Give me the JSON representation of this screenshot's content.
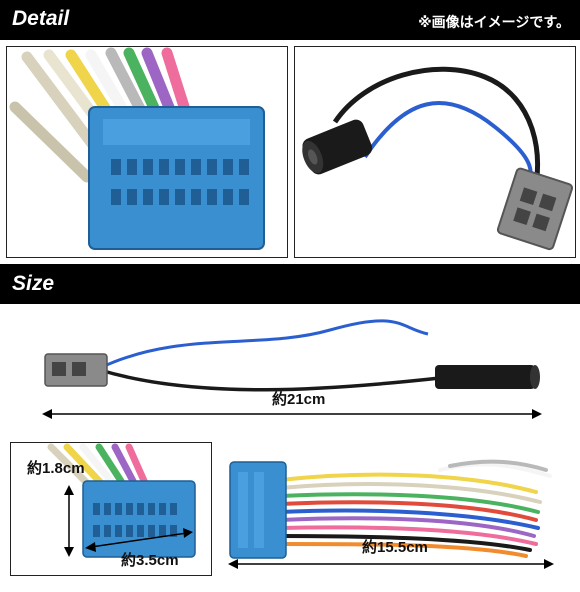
{
  "header_detail": {
    "title": "Detail",
    "note": "※画像はイメージです。"
  },
  "header_size": {
    "title": "Size"
  },
  "dimensions": {
    "cable_length": "約21cm",
    "height": "約1.8cm",
    "width": "約3.5cm",
    "harness_length": "約15.5cm"
  },
  "colors": {
    "connector_blue": "#3a8fd0",
    "connector_gray": "#8a8a8a",
    "header_bg": "#000000"
  }
}
